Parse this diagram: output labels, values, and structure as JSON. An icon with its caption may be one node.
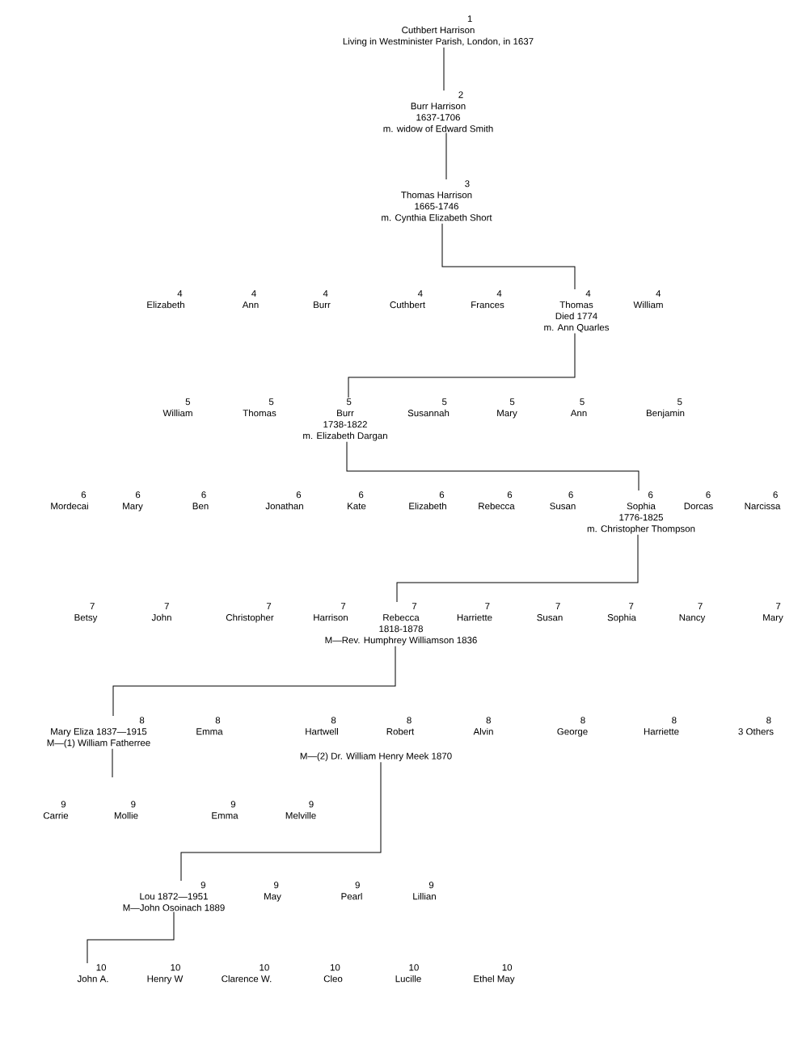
{
  "diagram": {
    "nodes": [
      {
        "text": [
          "1",
          "Cuthbert Harrison",
          "Living in Westminister Parish, London, in 1637"
        ]
      },
      {
        "text": [
          "2",
          "Burr Harrison",
          "1637-1706",
          "m. widow of Edward Smith"
        ]
      },
      {
        "text": [
          "3",
          "Thomas Harrison",
          "1665-1746",
          "m. Cynthia Elizabeth Short"
        ]
      },
      {
        "text": [
          "4",
          "Elizabeth"
        ]
      },
      {
        "text": [
          "4",
          "Ann"
        ]
      },
      {
        "text": [
          "4",
          "Burr"
        ]
      },
      {
        "text": [
          "4",
          "Cuthbert"
        ]
      },
      {
        "text": [
          "4",
          "Frances"
        ]
      },
      {
        "text": [
          "4",
          "Thomas",
          "Died 1774",
          "m. Ann Quarles"
        ]
      },
      {
        "text": [
          "4",
          "William"
        ]
      },
      {
        "text": [
          "5",
          "William"
        ]
      },
      {
        "text": [
          "5",
          "Thomas"
        ]
      },
      {
        "text": [
          "5",
          "Burr",
          "1738-1822",
          "m. Elizabeth Dargan"
        ]
      },
      {
        "text": [
          "5",
          "Susannah"
        ]
      },
      {
        "text": [
          "5",
          "Mary"
        ]
      },
      {
        "text": [
          "5",
          "Ann"
        ]
      },
      {
        "text": [
          "5",
          "Benjamin"
        ]
      },
      {
        "text": [
          "6",
          "Mordecai"
        ]
      },
      {
        "text": [
          "6",
          "Mary"
        ]
      },
      {
        "text": [
          "6",
          "Ben"
        ]
      },
      {
        "text": [
          "6",
          "Jonathan"
        ]
      },
      {
        "text": [
          "6",
          "Kate"
        ]
      },
      {
        "text": [
          "6",
          "Elizabeth"
        ]
      },
      {
        "text": [
          "6",
          "Rebecca"
        ]
      },
      {
        "text": [
          "6",
          "Susan"
        ]
      },
      {
        "text": [
          "6",
          "Sophia",
          "1776-1825",
          "m. Christopher Thompson"
        ]
      },
      {
        "text": [
          "6",
          "Dorcas"
        ]
      },
      {
        "text": [
          "6",
          "Narcissa"
        ]
      },
      {
        "text": [
          "7",
          "Betsy"
        ]
      },
      {
        "text": [
          "7",
          "John"
        ]
      },
      {
        "text": [
          "7",
          "Christopher"
        ]
      },
      {
        "text": [
          "7",
          "Harrison"
        ]
      },
      {
        "text": [
          "7",
          "Rebecca",
          "1818-1878",
          "M—Rev. Humphrey Williamson 1836"
        ]
      },
      {
        "text": [
          "7",
          "Harriette"
        ]
      },
      {
        "text": [
          "7",
          "Susan"
        ]
      },
      {
        "text": [
          "7",
          "Sophia"
        ]
      },
      {
        "text": [
          "7",
          "Nancy"
        ]
      },
      {
        "text": [
          "7",
          "Mary"
        ]
      },
      {
        "text": [
          "8",
          "Mary Eliza 1837—1915",
          "M—(1) William Fatherree"
        ]
      },
      {
        "text": [
          "8",
          "Emma"
        ]
      },
      {
        "text": [
          "8",
          "Hartwell"
        ]
      },
      {
        "text": [
          "8",
          "Robert"
        ]
      },
      {
        "text": [
          "8",
          "Alvin"
        ]
      },
      {
        "text": [
          "8",
          "George"
        ]
      },
      {
        "text": [
          "8",
          "Harriette"
        ]
      },
      {
        "text": [
          "8",
          "3 Others"
        ]
      },
      {
        "text": [
          "M—(2) Dr. William Henry Meek 1870"
        ]
      },
      {
        "text": [
          "9",
          "Carrie"
        ]
      },
      {
        "text": [
          "9",
          "Mollie"
        ]
      },
      {
        "text": [
          "9",
          "Emma"
        ]
      },
      {
        "text": [
          "9",
          "Melville"
        ]
      },
      {
        "text": [
          "9",
          "Lou 1872—1951",
          "M—John Osoinach 1889"
        ]
      },
      {
        "text": [
          "9",
          "May"
        ]
      },
      {
        "text": [
          "9",
          "Pearl"
        ]
      },
      {
        "text": [
          "9",
          "Lillian"
        ]
      },
      {
        "text": [
          "10",
          "John A."
        ]
      },
      {
        "text": [
          "10",
          "Henry W"
        ]
      },
      {
        "text": [
          "10",
          "Clarence W."
        ]
      },
      {
        "text": [
          "10",
          "Cleo"
        ]
      },
      {
        "text": [
          "10",
          "Lucille"
        ]
      },
      {
        "text": [
          "10",
          "Ethel May"
        ]
      }
    ],
    "edges": [
      {
        "from": 0,
        "to": 1,
        "arrow": "none"
      },
      {
        "from": 1,
        "to": 2,
        "arrow": "none"
      },
      {
        "from": 2,
        "to": 8,
        "arrow": "none"
      },
      {
        "from": 8,
        "to": 12,
        "arrow": "none"
      },
      {
        "from": 12,
        "to": 25,
        "arrow": "none"
      },
      {
        "from": 25,
        "to": 32,
        "arrow": "none"
      },
      {
        "from": 32,
        "to": 38,
        "arrow": "none"
      },
      {
        "from": 38,
        "to": null,
        "arrow": "none"
      },
      {
        "from": 46,
        "to": 51,
        "arrow": "none"
      },
      {
        "from": 51,
        "to": 55,
        "arrow": "none"
      }
    ]
  }
}
